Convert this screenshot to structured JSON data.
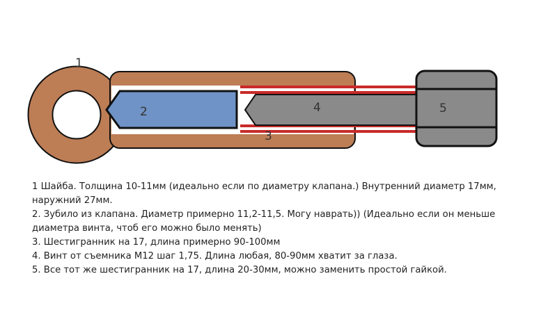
{
  "colors": {
    "washer": "#bd7d55",
    "chisel": "#6f93c6",
    "screw": "#8a8a8a",
    "thread": "#e33b3b",
    "outline": "#111111"
  },
  "labels": {
    "washer": "1",
    "chisel": "2",
    "hex_long": "3",
    "screw": "4",
    "hex_short": "5"
  },
  "notes": [
    "1 Шайба. Толщина 10-11мм (идеально если по диаметру клапана.) Внутренний диаметр 17мм,",
    "наружний 27мм.",
    "2. Зубило из клапана. Диаметр примерно 11,2-11,5. Могу наврать)) (Идеально если он меньше",
    "диаметра винта, чтоб его можно было менять)",
    "3. Шестигранник на 17, длина примерно 90-100мм",
    "4. Винт от съемника М12 шаг 1,75. Длина любая, 80-90мм хватит за глаза.",
    "5. Все тот же шестигранник на 17, длина 20-30мм, можно заменить простой гайкой."
  ]
}
